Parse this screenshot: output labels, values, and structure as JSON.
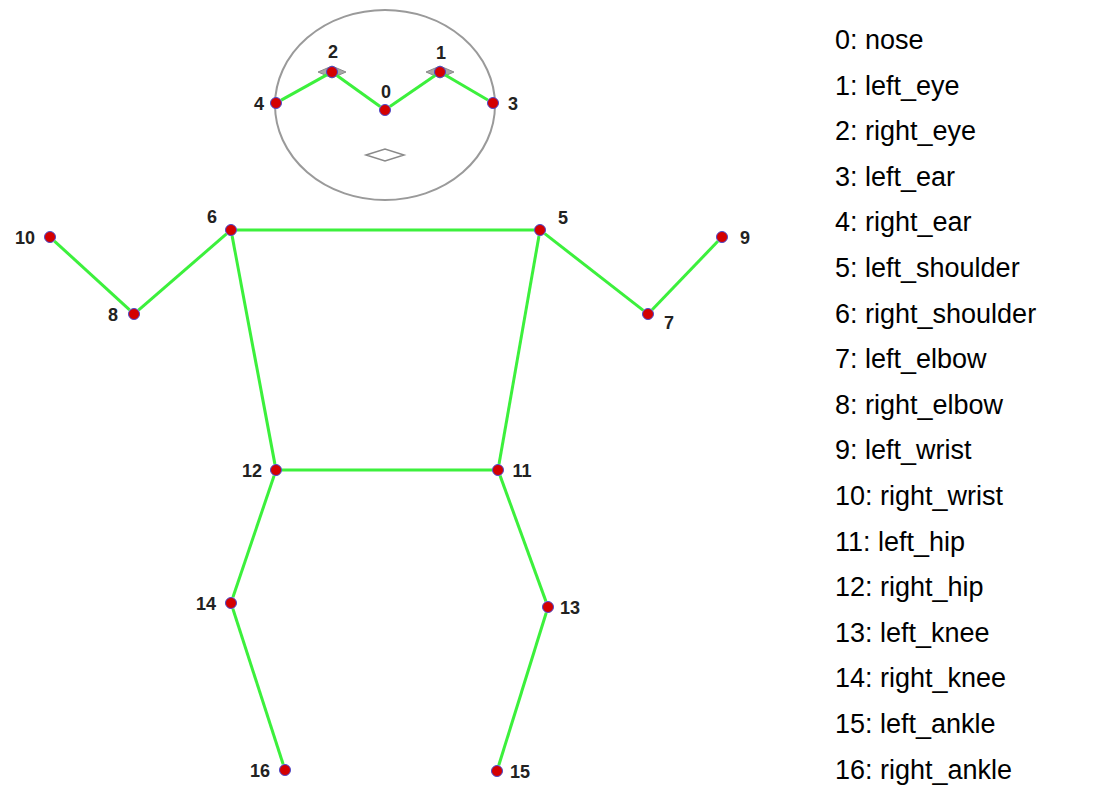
{
  "diagram": {
    "nodes": [
      {
        "text": [
          "0"
        ]
      },
      {
        "text": [
          "1"
        ]
      },
      {
        "text": [
          "2"
        ]
      },
      {
        "text": [
          "3"
        ]
      },
      {
        "text": [
          "4"
        ]
      },
      {
        "text": [
          "5"
        ]
      },
      {
        "text": [
          "6"
        ]
      },
      {
        "text": [
          "7"
        ]
      },
      {
        "text": [
          "8"
        ]
      },
      {
        "text": [
          "9"
        ]
      },
      {
        "text": [
          "10"
        ]
      },
      {
        "text": [
          "11"
        ]
      },
      {
        "text": [
          "12"
        ]
      },
      {
        "text": [
          "13"
        ]
      },
      {
        "text": [
          "14"
        ]
      },
      {
        "text": [
          "15"
        ]
      },
      {
        "text": [
          "16"
        ]
      }
    ],
    "edges": [
      {
        "from": 4,
        "to": 2,
        "arrow": "none"
      },
      {
        "from": 2,
        "to": 0,
        "arrow": "none"
      },
      {
        "from": 0,
        "to": 1,
        "arrow": "none"
      },
      {
        "from": 1,
        "to": 3,
        "arrow": "none"
      },
      {
        "from": 6,
        "to": 5,
        "arrow": "none"
      },
      {
        "from": 6,
        "to": 8,
        "arrow": "none"
      },
      {
        "from": 8,
        "to": 10,
        "arrow": "none"
      },
      {
        "from": 5,
        "to": 7,
        "arrow": "none"
      },
      {
        "from": 7,
        "to": 9,
        "arrow": "none"
      },
      {
        "from": 6,
        "to": 12,
        "arrow": "none"
      },
      {
        "from": 5,
        "to": 11,
        "arrow": "none"
      },
      {
        "from": 12,
        "to": 11,
        "arrow": "none"
      },
      {
        "from": 12,
        "to": 14,
        "arrow": "none"
      },
      {
        "from": 14,
        "to": 16,
        "arrow": "none"
      },
      {
        "from": 11,
        "to": 13,
        "arrow": "none"
      },
      {
        "from": 13,
        "to": 15,
        "arrow": "none"
      }
    ],
    "labels": [
      "0: nose",
      "1: left_eye",
      "2: right_eye",
      "3: left_ear",
      "4: right_ear",
      "5: left_shoulder",
      "6: right_shoulder",
      "7: left_elbow",
      "8: right_elbow",
      "9: left_wrist",
      "10: right_wrist",
      "11: left_hip",
      "12: right_hip",
      "13: left_knee",
      "14: right_knee",
      "15: left_ankle",
      "16: right_ankle"
    ]
  }
}
